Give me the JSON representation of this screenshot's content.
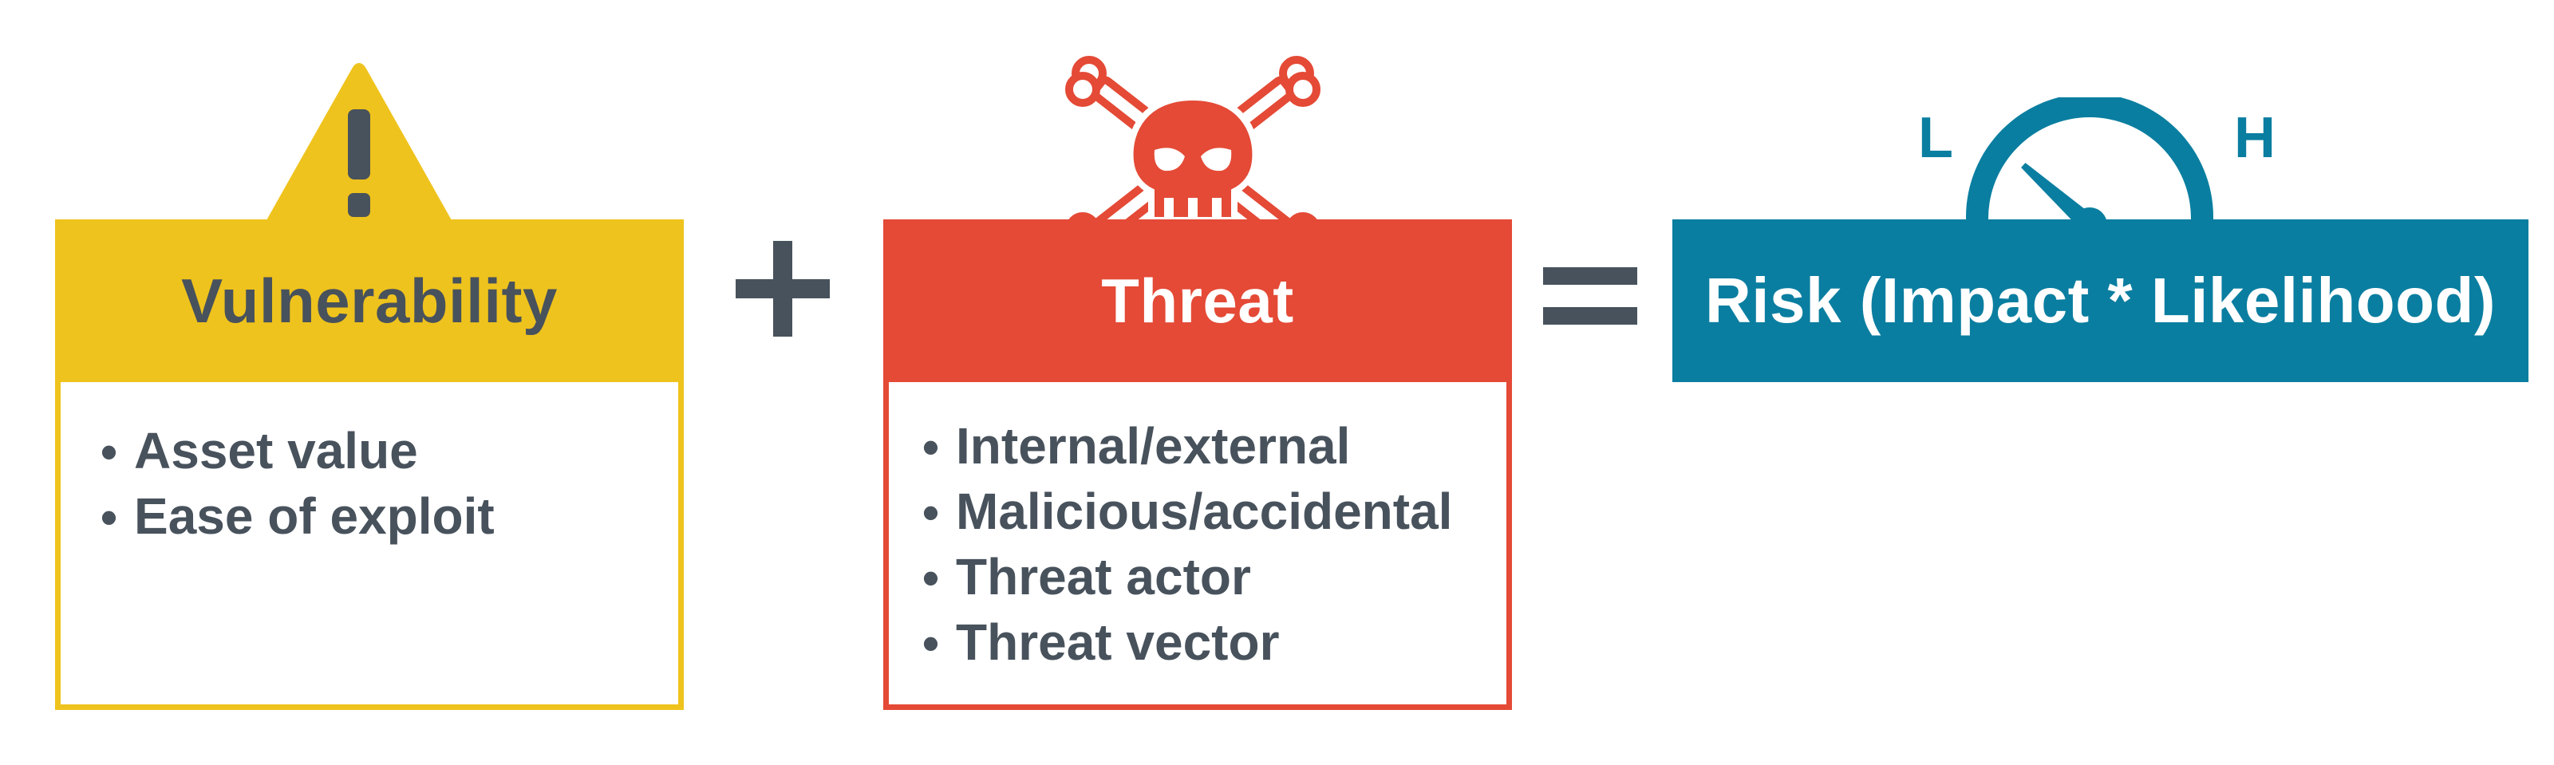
{
  "vulnerability": {
    "title": "Vulnerability",
    "items": [
      "Asset value",
      "Ease of exploit"
    ],
    "icon": "warning-icon"
  },
  "operators": {
    "plus": "+",
    "equals": "="
  },
  "threat": {
    "title": "Threat",
    "items": [
      "Internal/external",
      "Malicious/accidental",
      "Threat actor",
      "Threat vector"
    ],
    "icon": "skull-crossbones-icon"
  },
  "risk": {
    "title": "Risk (Impact * Likelihood)",
    "gauge": {
      "low_label": "L",
      "high_label": "H",
      "icon": "gauge-icon"
    }
  },
  "colors": {
    "vulnerability": "#efc31d",
    "threat": "#e44a36",
    "risk": "#0a7ea0",
    "text": "#48525c"
  }
}
